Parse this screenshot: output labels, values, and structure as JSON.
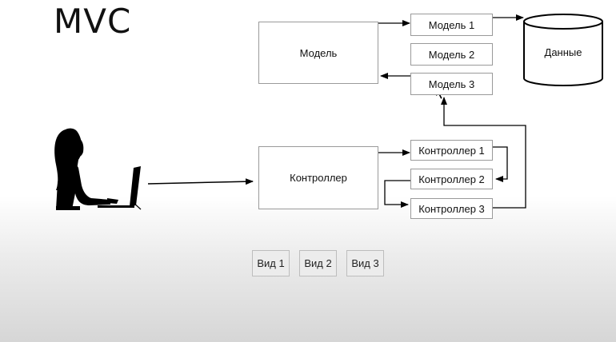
{
  "title": "MVC",
  "model": {
    "label": "Модель",
    "items": [
      "Модель 1",
      "Модель 2",
      "Модель 3"
    ]
  },
  "data_store": {
    "label": "Данные"
  },
  "controller": {
    "label": "Контроллер",
    "items": [
      "Контроллер 1",
      "Контроллер 2",
      "Контроллер 3"
    ]
  },
  "views": [
    "Вид 1",
    "Вид 2",
    "Вид 3"
  ]
}
